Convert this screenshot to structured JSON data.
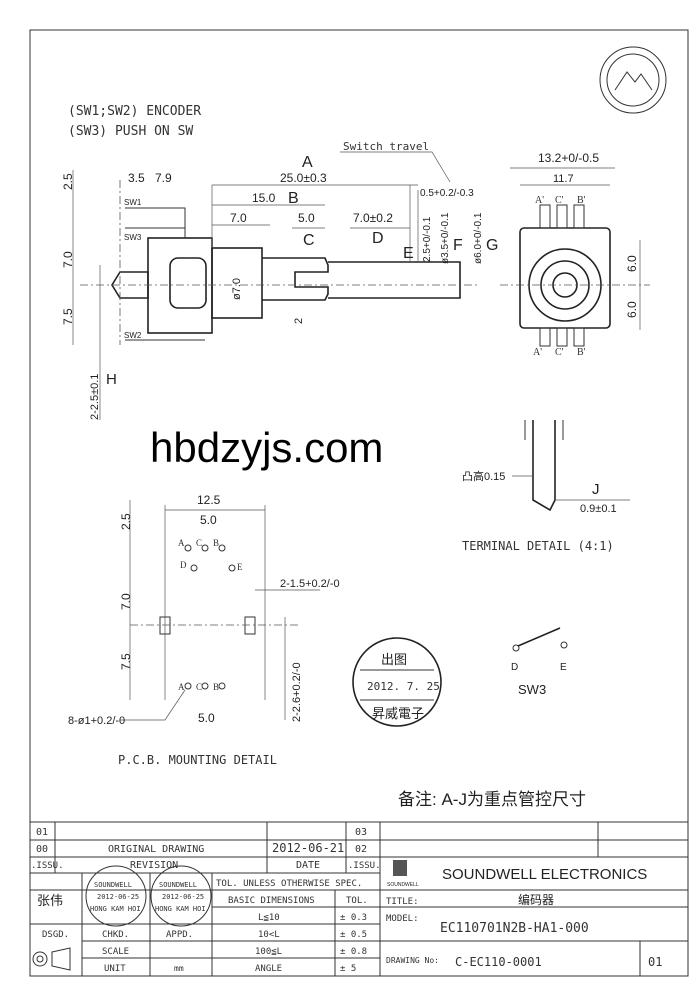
{
  "header": {
    "line1": "(SW1;SW2) ENCODER",
    "line2": "(SW3) PUSH ON SW"
  },
  "side_view": {
    "switch_travel": "Switch travel",
    "dims": {
      "d2_5": "2.5",
      "d3_5": "3.5",
      "d7_9": "7.9",
      "a_label": "A",
      "a_value": "25.0±0.3",
      "b_value": "15.0",
      "b_label": "B",
      "d7_0": "7.0",
      "c_value": "5.0",
      "c_label": "C",
      "d_value": "7.0±0.2",
      "d_label": "D",
      "travel": "0.5+0.2/-0.3",
      "e_label": "E",
      "e_value": "2.5+0/-0.1",
      "f_label": "F",
      "f_value": "ø3.5+0/-0.1",
      "g_label": "G",
      "g_value": "ø6.0+0/-0.1",
      "v7_0": "7.0",
      "v7_5": "7.5",
      "dia7": "ø7.0",
      "slot2": "2",
      "h_value": "2-2.5±0.1",
      "h_label": "H",
      "sw1": "SW1",
      "sw2": "SW2",
      "sw3": "SW3"
    }
  },
  "front_view": {
    "width": "13.2+0/-0.5",
    "inner": "11.7",
    "pins_top": [
      "A'",
      "C'",
      "B'"
    ],
    "pins_bottom": [
      "A'",
      "C'",
      "B'"
    ],
    "v6a": "6.0",
    "v6b": "6.0"
  },
  "terminal_detail": {
    "bump": "凸高0.15",
    "j_label": "J",
    "j_value": "0.9±0.1",
    "caption": "TERMINAL DETAIL (4:1)"
  },
  "pcb": {
    "w12_5": "12.5",
    "w5_0": "5.0",
    "v2_5": "2.5",
    "v7_0": "7.0",
    "v7_5": "7.5",
    "pad": "2-1.5+0.2/-0",
    "slot": "2-2.6+0.2/-0",
    "holes": "8-ø1+0.2/-0",
    "w5_0b": "5.0",
    "labels_top": [
      "A",
      "C",
      "B"
    ],
    "label_d": "D",
    "label_e": "E",
    "labels_bottom": [
      "A",
      "C",
      "B"
    ],
    "caption": "P.C.B. MOUNTING DETAIL"
  },
  "stamp": {
    "top": "出图",
    "date": "2012. 7. 25",
    "bottom": "昇威電子"
  },
  "sw3": {
    "d": "D",
    "e": "E",
    "label": "SW3"
  },
  "note": "备注: A-J为重点管控尺寸",
  "title_block": {
    "rows": [
      {
        "issue": "01",
        "revision": "",
        "date": "",
        "issue2": "03"
      },
      {
        "issue": "00",
        "revision": "ORIGINAL DRAWING",
        "date": "2012-06-21",
        "issue2": "02"
      }
    ],
    "hdr_issue": ".ISSU.",
    "hdr_revision": "REVISION",
    "hdr_date": "DATE",
    "hdr_issue2": ".ISSU.",
    "designer": "张伟",
    "dsgd": "DSGD.",
    "chkd": "CHKD.",
    "appd": "APPD.",
    "stamp_text": [
      "SOUNDWELL",
      "2012-06-25",
      "HONG KAM HOI"
    ],
    "tol_header": "TOL. UNLESS OTHERWISE SPEC.",
    "basic_dims": "BASIC DIMENSIONS",
    "tol": "TOL.",
    "tolerances": [
      {
        "range": "L≦10",
        "tol": "± 0.3"
      },
      {
        "range": "10<L",
        "tol": "± 0.5"
      },
      {
        "range": "100≦L",
        "tol": "± 0.8"
      },
      {
        "range": "ANGLE",
        "tol": "± 5"
      }
    ],
    "scale": "SCALE",
    "unit": "UNIT",
    "unit_value": "mm",
    "company": "SOUNDWELL ELECTRONICS",
    "logo_text": "SOUNDWELL",
    "title_label": "TITLE:",
    "title_value": "编码器",
    "model_label": "MODEL:",
    "model_value": "EC110701N2B-HA1-000",
    "drawing_label": "DRAWING No:",
    "drawing_value": "C-EC110-0001",
    "rev": "01"
  },
  "watermark": "hbdzyjs.com"
}
